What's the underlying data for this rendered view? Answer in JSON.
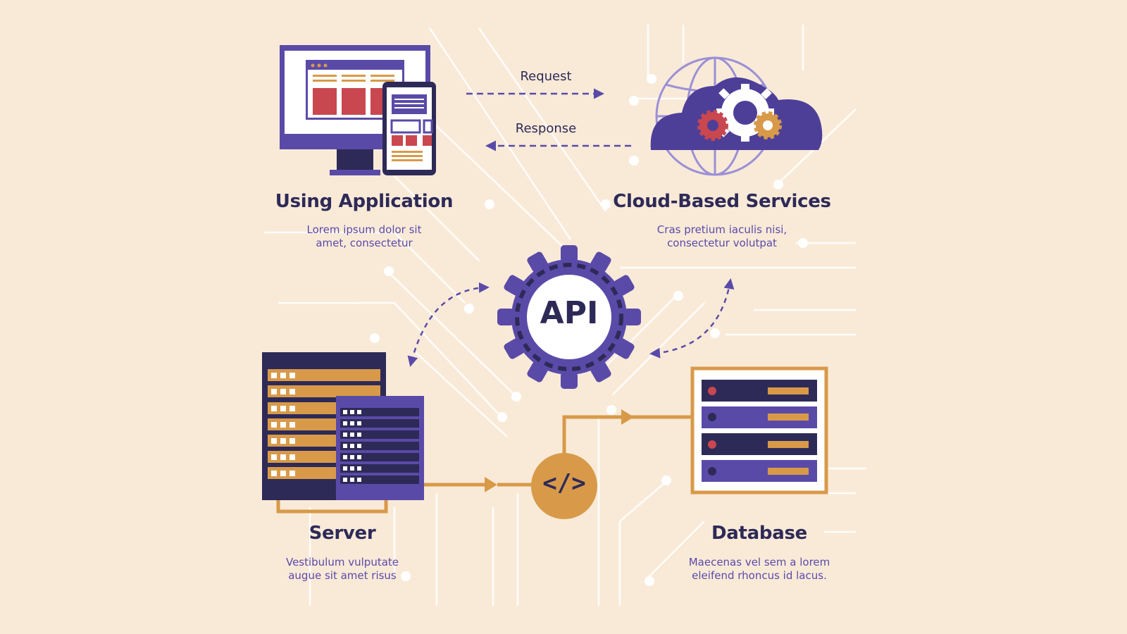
{
  "colors": {
    "background": "#f9ead8",
    "primary": "#5a4aa8",
    "dark": "#2e2a57",
    "orange": "#d89a49",
    "red": "#c9474f",
    "circuit": "#ffffff"
  },
  "arrows": {
    "request": "Request",
    "response": "Response"
  },
  "nodes": {
    "application": {
      "title": "Using Application",
      "desc_line1": "Lorem ipsum dolor sit",
      "desc_line2": "amet, consectetur",
      "icon": "desktop-and-phone-icon"
    },
    "cloud": {
      "title": "Cloud-Based Services",
      "desc_line1": "Cras pretium iaculis nisi,",
      "desc_line2": "consectetur volutpat",
      "icon": "cloud-globe-gears-icon"
    },
    "api": {
      "title": "API",
      "icon": "gear-icon"
    },
    "server": {
      "title": "Server",
      "desc_line1": "Vestibulum vulputate",
      "desc_line2": "augue sit amet risus",
      "icon": "server-rack-icon"
    },
    "code": {
      "symbol": "</>",
      "icon": "code-icon"
    },
    "database": {
      "title": "Database",
      "desc_line1": "Maecenas vel sem a lorem",
      "desc_line2": "eleifend rhoncus id lacus.",
      "icon": "database-icon"
    }
  }
}
